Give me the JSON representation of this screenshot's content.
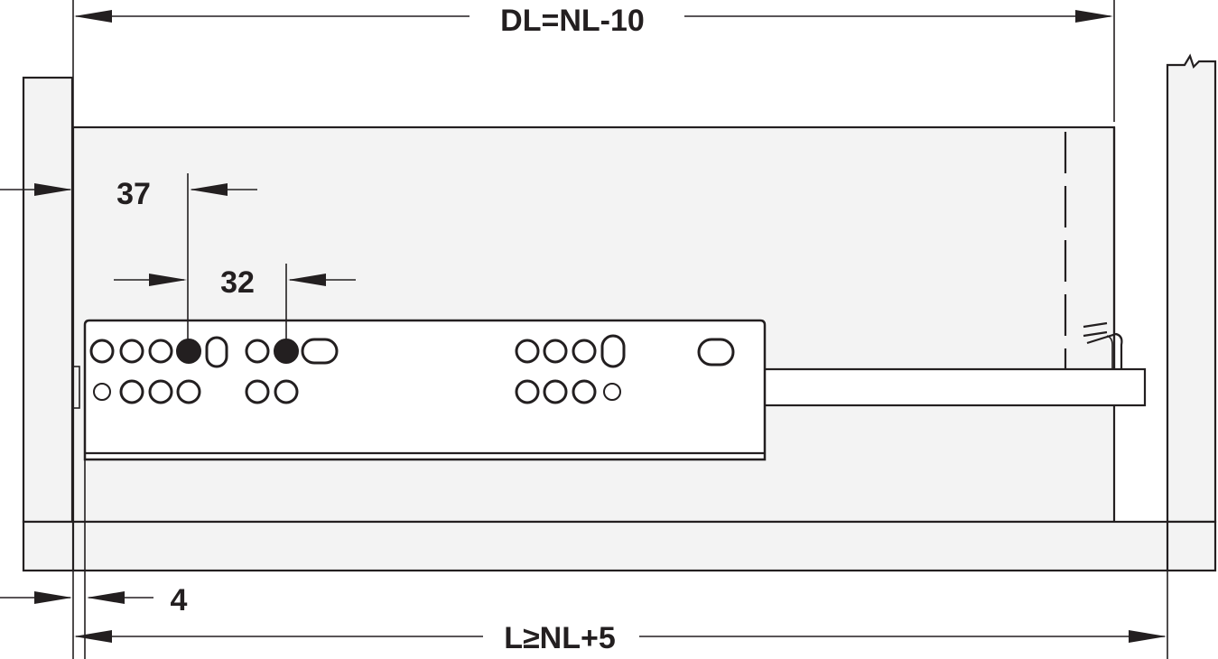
{
  "dimensions": {
    "top_length": "DL=NL-10",
    "offset_37": "37",
    "offset_32": "32",
    "offset_4": "4",
    "bottom_length": "L≥NL+5"
  }
}
